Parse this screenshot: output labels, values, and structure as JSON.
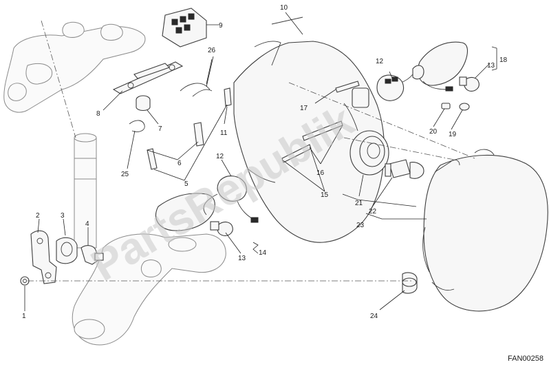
{
  "diagram": {
    "callouts": [
      {
        "id": "c1",
        "text": "1"
      },
      {
        "id": "c2",
        "text": "2"
      },
      {
        "id": "c3",
        "text": "3"
      },
      {
        "id": "c4",
        "text": "4"
      },
      {
        "id": "c5",
        "text": "5"
      },
      {
        "id": "c6",
        "text": "6"
      },
      {
        "id": "c7",
        "text": "7"
      },
      {
        "id": "c8",
        "text": "8"
      },
      {
        "id": "c9",
        "text": "9"
      },
      {
        "id": "c10",
        "text": "10"
      },
      {
        "id": "c11",
        "text": "11"
      },
      {
        "id": "c12a",
        "text": "12"
      },
      {
        "id": "c12b",
        "text": "12"
      },
      {
        "id": "c13a",
        "text": "13"
      },
      {
        "id": "c13b",
        "text": "13"
      },
      {
        "id": "c14",
        "text": "14"
      },
      {
        "id": "c15",
        "text": "15"
      },
      {
        "id": "c16",
        "text": "16"
      },
      {
        "id": "c17",
        "text": "17"
      },
      {
        "id": "c18",
        "text": "18"
      },
      {
        "id": "c19",
        "text": "19"
      },
      {
        "id": "c20",
        "text": "20"
      },
      {
        "id": "c21",
        "text": "21"
      },
      {
        "id": "c22",
        "text": "22"
      },
      {
        "id": "c23",
        "text": "23"
      },
      {
        "id": "c24",
        "text": "24"
      },
      {
        "id": "c25",
        "text": "25"
      },
      {
        "id": "c26",
        "text": "26"
      }
    ],
    "watermark": "PartsRepublik",
    "drawing_code": "FAN00258"
  }
}
